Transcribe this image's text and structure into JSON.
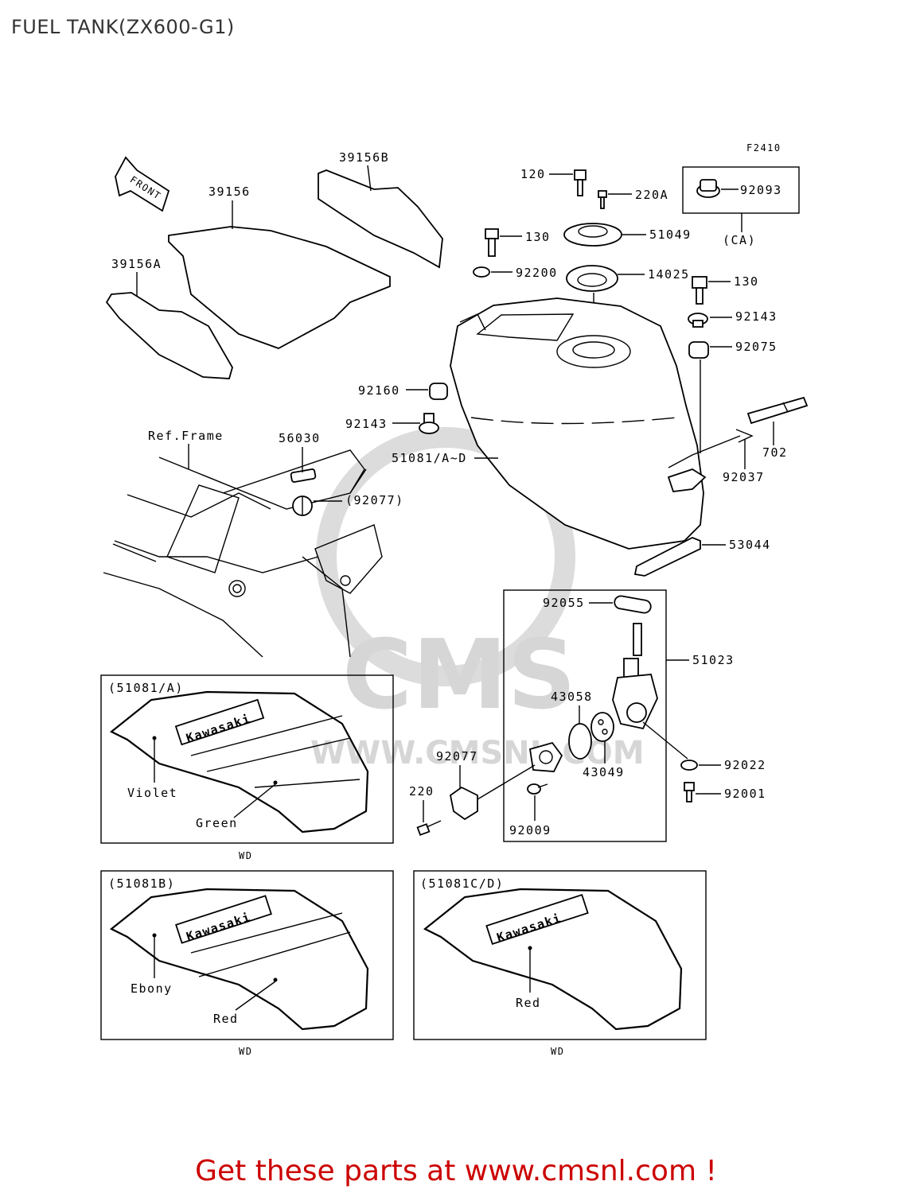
{
  "title": "FUEL TANK(ZX600-G1)",
  "figure_code": "F2410",
  "front_arrow": "FRONT",
  "watermark": {
    "brand": "CMS",
    "url": "WWW.CMSNL.COM"
  },
  "parts": {
    "p39156B": "39156B",
    "p39156": "39156",
    "p39156A": "39156A",
    "p120": "120",
    "p220A": "220A",
    "p92093": "92093",
    "pCA": "(CA)",
    "p130a": "130",
    "p51049": "51049",
    "p92200": "92200",
    "p14025": "14025",
    "p130b": "130",
    "p92143a": "92143",
    "p92075": "92075",
    "p92160": "92160",
    "p92143b": "92143",
    "p56030": "56030",
    "pRefFrame": "Ref.Frame",
    "p51081": "51081/A~D",
    "p702": "702",
    "p92037": "92037",
    "p92077a": "(92077)",
    "p53044": "53044",
    "p92055": "92055",
    "p51023": "51023",
    "p43058": "43058",
    "p43049": "43049",
    "p92077b": "92077",
    "p220": "220",
    "p92022": "92022",
    "p92001": "92001",
    "p92009": "92009"
  },
  "variants": {
    "a": {
      "label": "(51081/A)",
      "color1": "Violet",
      "color2": "Green",
      "spec": "WD",
      "brand": "Kawasaki"
    },
    "b": {
      "label": "(51081B)",
      "color1": "Ebony",
      "color2": "Red",
      "spec": "WD",
      "brand": "Kawasaki"
    },
    "cd": {
      "label": "(51081C/D)",
      "color1": "Red",
      "spec": "WD",
      "brand": "Kawasaki"
    }
  },
  "cta": "Get these parts at www.cmsnl.com !",
  "colors": {
    "cta": "#cc0000",
    "watermark": "#d6d6d6"
  }
}
